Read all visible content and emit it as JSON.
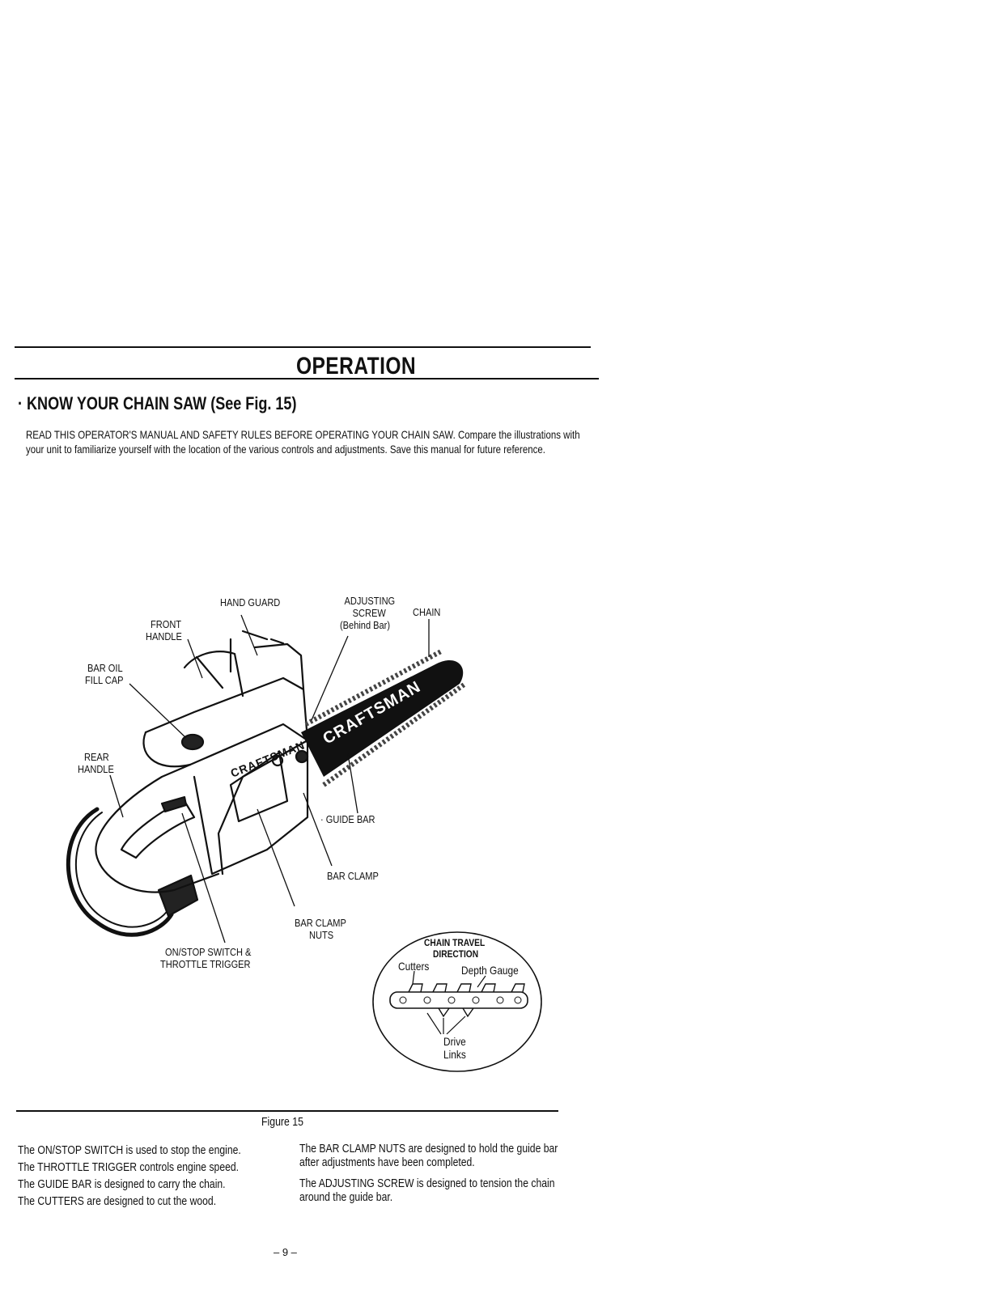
{
  "header": {
    "section_title": "OPERATION",
    "subheading": "· KNOW YOUR CHAIN SAW (See Fig. 15)",
    "intro": "READ THIS OPERATOR'S MANUAL AND SAFETY RULES BEFORE OPERATING YOUR CHAIN SAW. Compare the illustrations with your unit to familiarize yourself with the location of the various controls and adjustments. Save this manual for future reference."
  },
  "figure": {
    "labels": {
      "hand_guard": "HAND GUARD",
      "adjusting_1": "ADJUSTING",
      "adjusting_2": "SCREW",
      "adjusting_3": "(Behind Bar)",
      "chain": "CHAIN",
      "front_handle_1": "FRONT",
      "front_handle_2": "HANDLE",
      "bar_oil_1": "BAR OIL",
      "bar_oil_2": "FILL CAP",
      "rear_handle_1": "REAR",
      "rear_handle_2": "HANDLE",
      "guide_bar": "· GUIDE BAR",
      "bar_clamp": "BAR CLAMP",
      "bar_clamp_nuts_1": "BAR CLAMP",
      "bar_clamp_nuts_2": "NUTS",
      "switch_1": "ON/STOP SWITCH &",
      "switch_2": "THROTTLE TRIGGER"
    },
    "brand_logo": "CRAFTSMAN",
    "inset": {
      "title_1": "CHAIN TRAVEL",
      "title_2": "DIRECTION",
      "cutters": "Cutters",
      "depth_gauge": "Depth Gauge",
      "drive_1": "Drive",
      "drive_2": "Links"
    },
    "caption": "Figure 15"
  },
  "descriptions": {
    "left": [
      "The ON/STOP SWITCH is used to stop the engine.",
      "The THROTTLE TRIGGER controls engine speed.",
      "The GUIDE BAR is designed to carry the chain.",
      "The CUTTERS are designed to cut the wood."
    ],
    "right": [
      "The BAR CLAMP NUTS are designed to hold the guide bar after adjustments have been completed.",
      "The ADJUSTING SCREW is designed to tension the chain around the guide bar."
    ]
  },
  "footer": {
    "page_number": "– 9 –"
  }
}
